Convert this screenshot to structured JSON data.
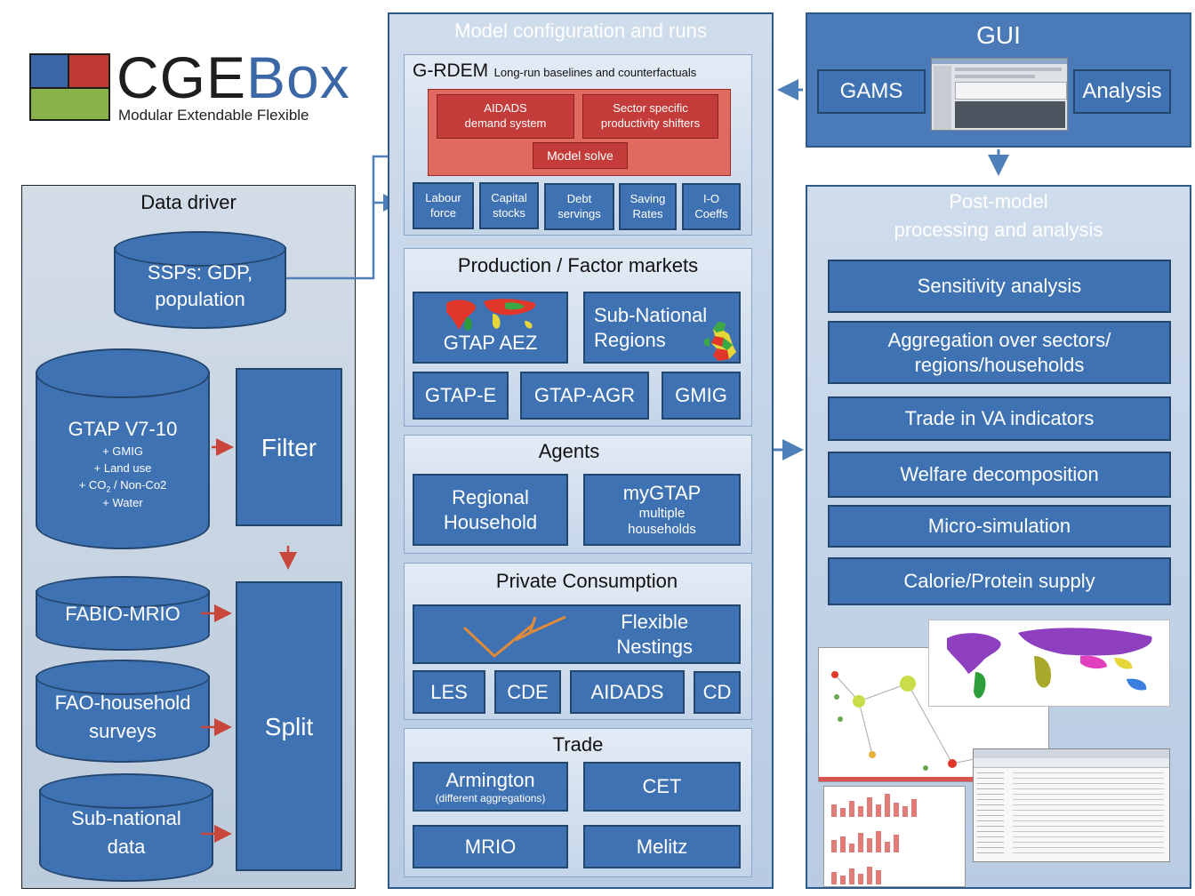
{
  "logo": {
    "name_part1": "CGE",
    "name_part2": "Box",
    "tagline": "Modular Extendable Flexible",
    "colors": {
      "blue": "#3b67a6",
      "red": "#c23a36",
      "green": "#8ab24a",
      "dark": "#1e1e1e"
    }
  },
  "data_driver": {
    "title": "Data driver",
    "ssps": {
      "line1": "SSPs: GDP,",
      "line2": "population"
    },
    "gtap": {
      "title": "GTAP V7-10",
      "items": [
        "+ GMIG",
        "+ Land use",
        "+ Water"
      ],
      "co2_pre": "+ CO",
      "co2_sub": "2",
      "co2_post": " / Non-Co2"
    },
    "filter": "Filter",
    "split": "Split",
    "fabio": "FABIO-MRIO",
    "fao": {
      "line1": "FAO-household",
      "line2": "surveys"
    },
    "subnational": {
      "line1": "Sub-national",
      "line2": "data"
    }
  },
  "model": {
    "title": "Model configuration and runs",
    "grdem": {
      "title": "G-RDEM",
      "subtitle": "Long-run baselines and counterfactuals",
      "aidads": {
        "line1": "AIDADS",
        "line2": "demand system"
      },
      "sector": {
        "line1": "Sector specific",
        "line2": "productivity shifters"
      },
      "solve": "Model solve",
      "inputs": [
        {
          "line1": "Labour",
          "line2": "force"
        },
        {
          "line1": "Capital",
          "line2": "stocks"
        },
        {
          "line1": "Debt",
          "line2": "servings"
        },
        {
          "line1": "Saving",
          "line2": "Rates"
        },
        {
          "line1": "I-O",
          "line2": "Coeffs"
        }
      ]
    },
    "production": {
      "title": "Production / Factor markets",
      "gtap_aez": "GTAP AEZ",
      "subnat": {
        "line1": "Sub-National",
        "line2": "Regions"
      },
      "gtap_e": "GTAP-E",
      "gtap_agr": "GTAP-AGR",
      "gmig": "GMIG"
    },
    "agents": {
      "title": "Agents",
      "regional": {
        "line1": "Regional",
        "line2": "Household"
      },
      "mygtap": {
        "line1": "myGTAP",
        "line2": "multiple",
        "line3": "households"
      }
    },
    "consumption": {
      "title": "Private Consumption",
      "flexible": {
        "line1": "Flexible",
        "line2": "Nestings"
      },
      "les": "LES",
      "cde": "CDE",
      "aidads": "AIDADS",
      "cd": "CD"
    },
    "trade": {
      "title": "Trade",
      "armington": {
        "line1": "Armington",
        "line2": "(different aggregations)"
      },
      "cet": "CET",
      "mrio": "MRIO",
      "melitz": "Melitz"
    }
  },
  "gui": {
    "title": "GUI",
    "gams": "GAMS",
    "analysis": "Analysis"
  },
  "post": {
    "title_line1": "Post-model",
    "title_line2": "processing and analysis",
    "items": [
      {
        "line1": "Sensitivity analysis",
        "line2": ""
      },
      {
        "line1": "Aggregation over sectors/",
        "line2": "regions/households"
      },
      {
        "line1": "Trade in VA indicators",
        "line2": ""
      },
      {
        "line1": "Welfare decomposition",
        "line2": ""
      },
      {
        "line1": "Micro-simulation",
        "line2": ""
      },
      {
        "line1": "Calorie/Protein supply",
        "line2": ""
      }
    ]
  },
  "colors": {
    "box_blue": "#3f72b3",
    "box_border": "#23466f",
    "panel_border": "#2e5a88",
    "red_box": "#c43c3a",
    "red_arrow": "#c9463c",
    "flow_arrow": "#4f7fb8",
    "nesting_orange": "#e08a3a"
  },
  "icons": [
    "world-map-icon",
    "uk-regions-map-icon",
    "gui-screenshot-icon",
    "network-graph-screenshot",
    "world-map-screenshot",
    "bar-charts-screenshot",
    "table-screenshot"
  ]
}
